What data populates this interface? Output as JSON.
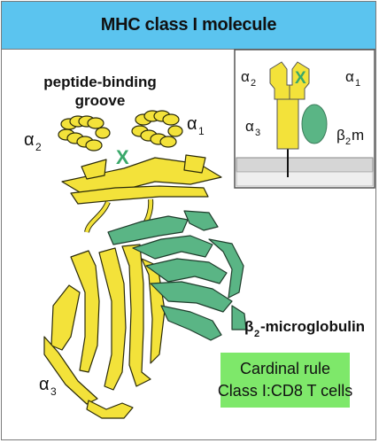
{
  "title": "MHC class I molecule",
  "labels": {
    "groove_line1": "peptide-binding",
    "groove_line2": "groove",
    "peptide_marker": "X",
    "alpha1": "α",
    "alpha1_sub": "1",
    "alpha2": "α",
    "alpha2_sub": "2",
    "alpha3": "α",
    "alpha3_sub": "3",
    "b2m_prefix": "β",
    "b2m_sub": "2",
    "b2m_suffix": "-microglobulin"
  },
  "inset": {
    "alpha1": "α",
    "alpha1_sub": "1",
    "alpha2": "α",
    "alpha2_sub": "2",
    "alpha3": "α",
    "alpha3_sub": "3",
    "b2m_prefix": "β",
    "b2m_sub": "2",
    "b2m_suffix": "m",
    "peptide_marker": "X"
  },
  "rule": {
    "line1": "Cardinal rule",
    "line2": "Class I:CD8 T cells"
  },
  "colors": {
    "header_bg": "#5bc4ef",
    "alpha_chain": "#f3e23a",
    "b2m": "#5ab585",
    "peptide": "#3aa86a",
    "rule_bg": "#7ee86a"
  }
}
